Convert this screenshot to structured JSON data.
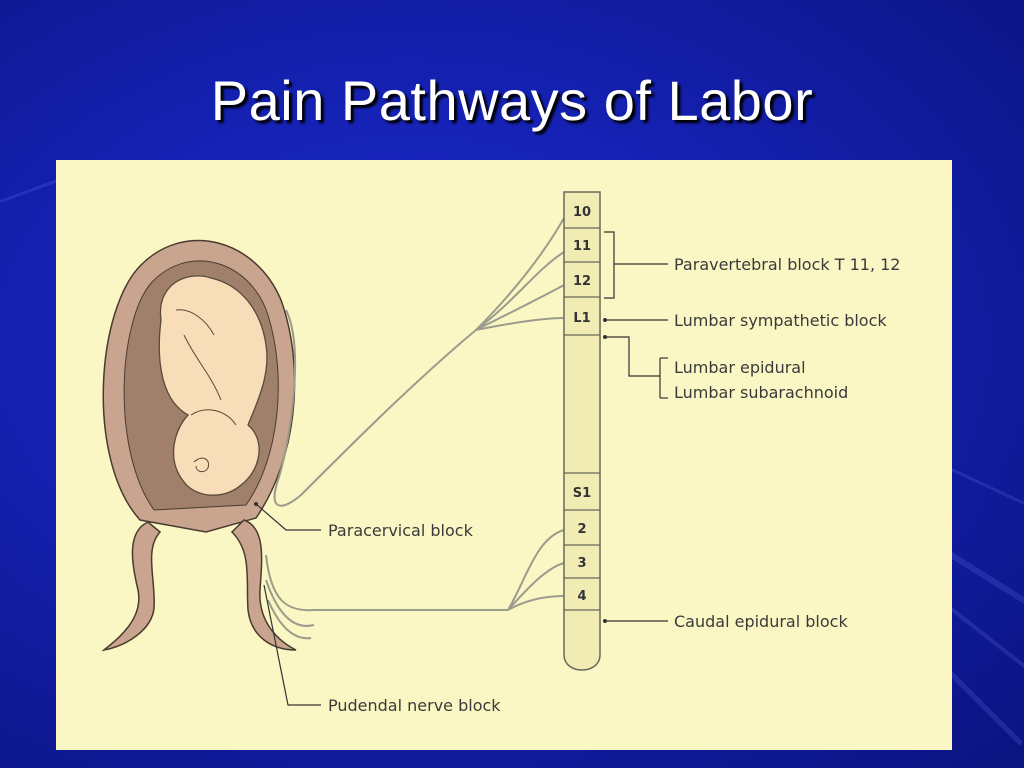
{
  "slide": {
    "title": "Pain Pathways of Labor"
  },
  "spine_segments": [
    "10",
    "11",
    "12",
    "L1",
    "S1",
    "2",
    "3",
    "4"
  ],
  "labels": {
    "paravertebral": "Paravertebral block T 11, 12",
    "lumbar_sympathetic": "Lumbar sympathetic block",
    "lumbar_epidural": "Lumbar epidural",
    "lumbar_subarachnoid": "Lumbar subarachnoid",
    "paracervical": "Paracervical block",
    "caudal_epidural": "Caudal epidural block",
    "pudendal": "Pudendal nerve block"
  },
  "colors": {
    "panel": "#fbf7c4",
    "background": "#1420b0",
    "uterus": "#c9a58f",
    "fetus": "#f7ddb8",
    "nerve": "#9c9c8c"
  }
}
